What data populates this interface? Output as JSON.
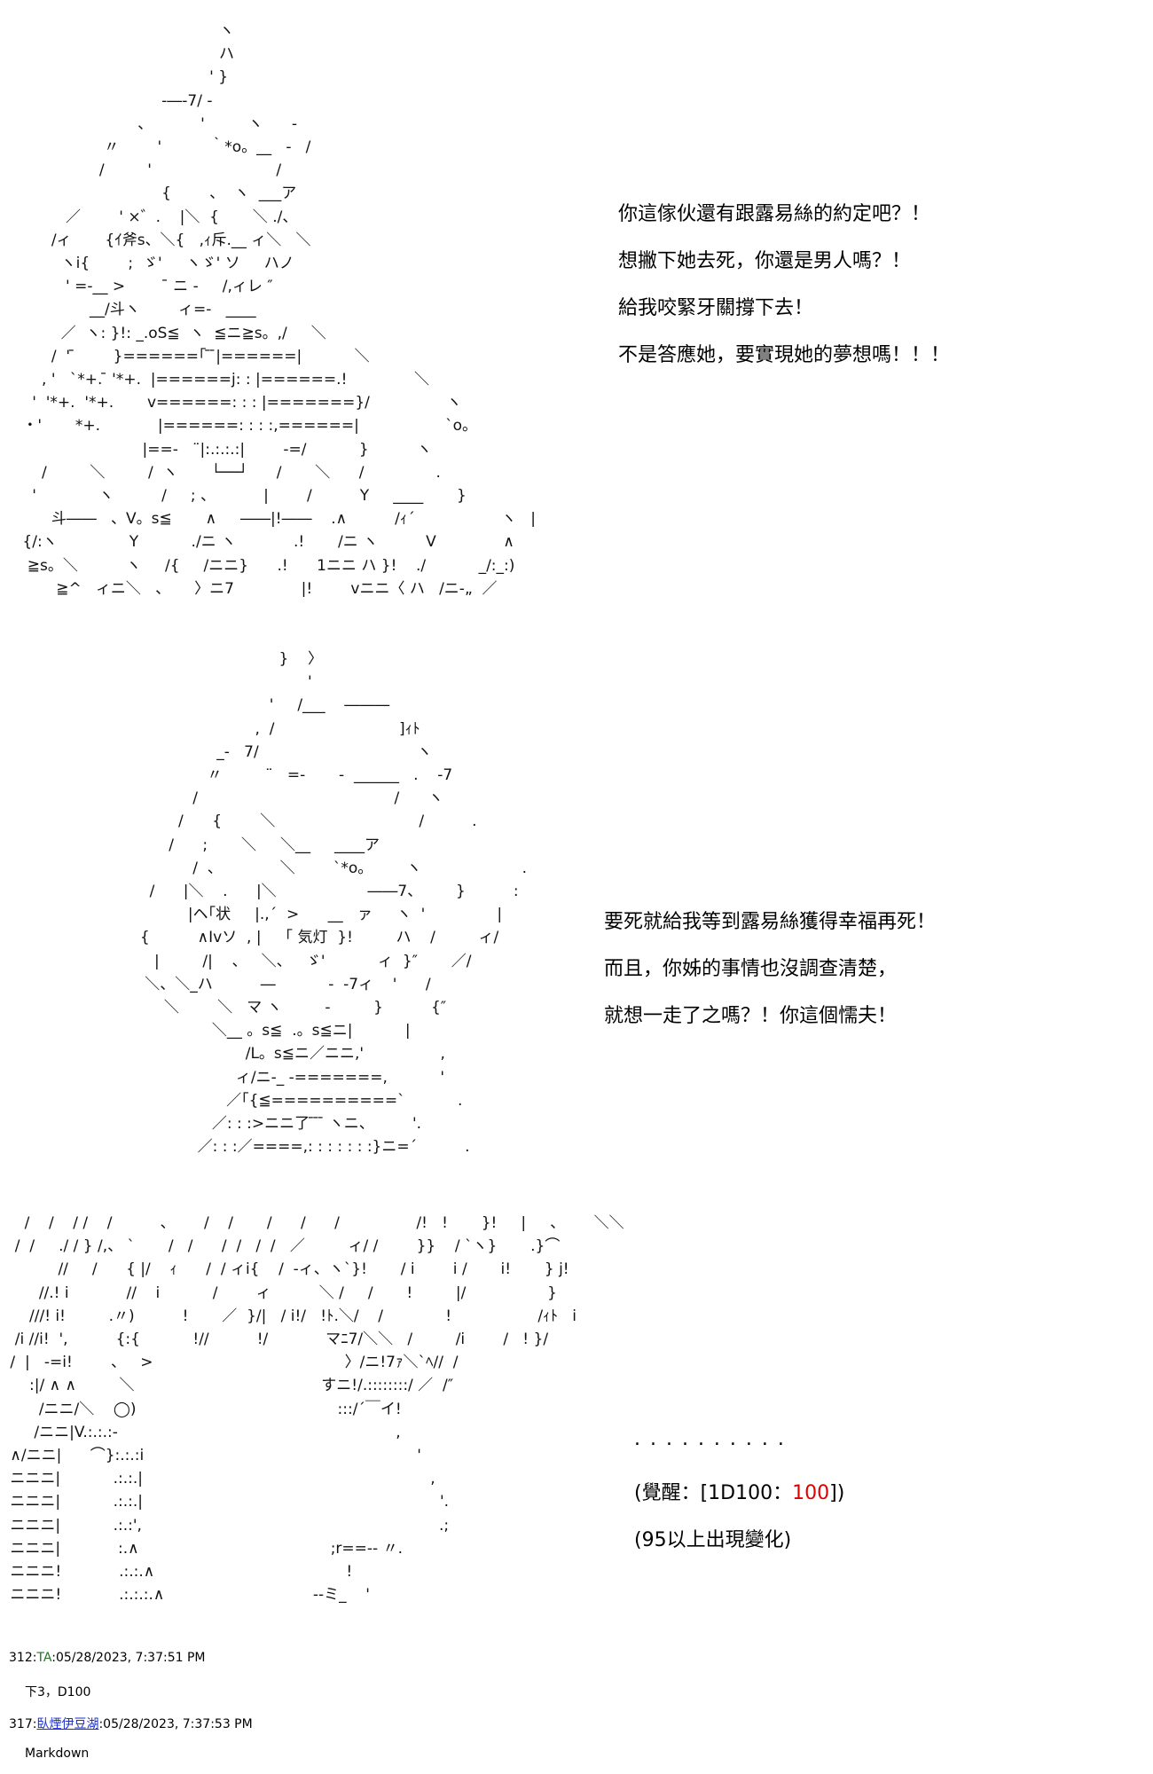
{
  "aa_panel_1": [
    "                                          ヽ",
    "                                          ハ",
    "                                        ' }",
    "                              -―-7/ -",
    "                         、          '         ヽ      -",
    "                  〃        '          ｀*o。__   -   /",
    "                 /         '                          /",
    "                              {        、  ヽ  ___ア",
    "          ／        ' ×゛.    |＼  {       ＼ ./、",
    "       /ィ       {ｲ斧s、＼{   ,ｨ斥.__ ィ＼   ＼",
    "         ヽi{        ;  ゞ'     ヽゞ' ソ     ハノ",
    "          ' =-__ >         ̄ ニ -     /,ィレ ″",
    "               __/斗ヽ        ィ=-   ____",
    "         ／  ヽ: }!: _.oS≦  ヽ  ≦ニ≧s。,/     ＼",
    "       /  ' ̄        }======｢ ̄ ̄|======|           ＼",
    "     , '   `*+. ̄ '*+.  |======j: : |======.!              ＼",
    "   '  '*+.  '*+.       v======: : : |=======}/                ヽ",
    " ・'       *+.            |======: : : :,======|                  `o。",
    "                          |==-   ¨|:.:.:.:|        -=/           }          ヽ",
    "     /         ＼         /  ヽ       └──┘      /       ＼      /               .",
    "   '             ヽ          /     ; 、          |        /          Y     ____       }",
    "       斗――   、V。s≦       ∧     ――|!――    .∧          /ｨ´                  ヽ   |",
    " {/:ヽ               Y           ./ニ ヽ            .!       /ニ ヽ          V              ∧",
    "  ≧s。＼          ヽ     /{     /ニニ}      .!      1ニニ ハ }!    ./           _/:_:)",
    "        ≧^   ィニ＼   、     〉ニ7              |!        vニニ〈 ハ   /ニ-„  ／"
  ],
  "speech_1": [
    "你這傢伙還有跟露易絲的約定吧？！",
    "想撇下她去死，你還是男人嗎？！",
    "給我咬緊牙關撐下去！",
    "不是答應她，要實現她的夢想嗎！！！"
  ],
  "aa_panel_2": [
    "                                    }    〉",
    "                                          '",
    "                                  '     /___    ―――",
    "                               ,  /                          ]ｨﾄ",
    "                       _-   7/                                 ヽ",
    "                     〃         ¨   =-       -  ______   .    -7",
    "                  /                                         /      ヽ",
    "               /      {        ＼                              /          .",
    "             /      ;       ＼     ＼__     ____ア",
    "                  /  、            ＼        `*o。       ヽ                     .",
    "         /      |＼    .      |＼                   ――7、       }          :",
    "                 |ヘ｢状     |.,´  >      __   ァ     ヽ  '               |",
    "       {          ∧Ivソ  , |     ｢ 気灯  }!         ハ    /         ィ/",
    "          |         /|    、   ＼、   ゞ'           ィ  }″       ／/",
    "        ＼、＼_ハ          ―           -  -7ィ    '      /",
    "            ＼        ＼   マ ヽ         -         }          {″",
    "                      ＼__ 。s≦  .。s≦ニ|           |",
    "                             /L。s≦ニ／ニニ,'                ,",
    "                           ィ/ニ-_ -=======,           '",
    "                         ／｢{≦==========`           .",
    "                      ／: : :>ニニ了 ̄ ̄ ̄ ヽニ、        '.",
    "                   ／: : :／====,: : : : : : :}ニ=´          ."
  ],
  "speech_2": [
    "要死就給我等到露易絲獲得幸福再死！",
    "而且，你姊的事情也沒調查清楚，",
    "就想一走了之嗎？！你這個懦夫！"
  ],
  "aa_panel_3": [
    "    /    /    / /    /          、      /    /       /      /      /                /!   !       }!     |     、      ＼＼",
    "  /  /     ./ / } /,、 `       /   /      /  /   /  /   ／         ィ/ /        }}    / `ヽ}       .}⌒",
    "           //     /      { |/    ｨ      /  / ィi{    /  -ィ、ヽ`}!       / i        i /       i!       } j!",
    "       //.! i            //    i           /        ィ          ＼ /     /       !         |/                 }",
    "     ///! i!         .〃)          !       ／  }/|   / i!/   !ﾄ.＼/    /             !                  /ｨﾄ   i",
    "  /i //i!  ',          {:{           !//          !/            マﾆ7/＼＼   /         /i        /   ! }/",
    " /  |   -=i!        、   >                                        〉/ニ!7ｧ＼`ﾍ//  /",
    "     :|/ ∧ ∧         ＼                                       すニ!/.::::::::/ ／  /″",
    "       /ニニ/＼    ◯)                                          :::/´￣イ!",
    "      /ニニ|V.:.:.:-                                                          ,",
    " ∧/ニニ|      ⌒}:.:.:i                                                         '",
    " ニニニ|           .:.:.|                                                            ,",
    " ニニニ|           .:.:.|                                                              '.",
    " ニニニ|           .:.:',                                                              .;",
    " ニニニ|            :.∧                                        ;r==-- 〃.",
    " ニニニ!            .:.:.∧                                        !",
    " ニニニ!            .:.:.:.∧                               --ミ_    '"
  ],
  "narration": {
    "dots": ". . . . . . . . . .",
    "roll_prefix": "(覺醒：[1D100：",
    "roll_value": "100",
    "roll_suffix": "])",
    "condition": "(95以上出現變化)"
  },
  "posts": [
    {
      "number": "312:",
      "author": "TA",
      "timestamp": ":05/28/2023, 7:37:51 PM",
      "body": "下3，D100"
    },
    {
      "number": "317:",
      "author": "臥煙伊豆湖",
      "timestamp": ":05/28/2023, 7:37:53 PM",
      "body": "Markdown"
    }
  ],
  "colors": {
    "roll_value": "#e00000",
    "author_ta": "#1a7a1a",
    "author_link": "#1a2fd0"
  }
}
